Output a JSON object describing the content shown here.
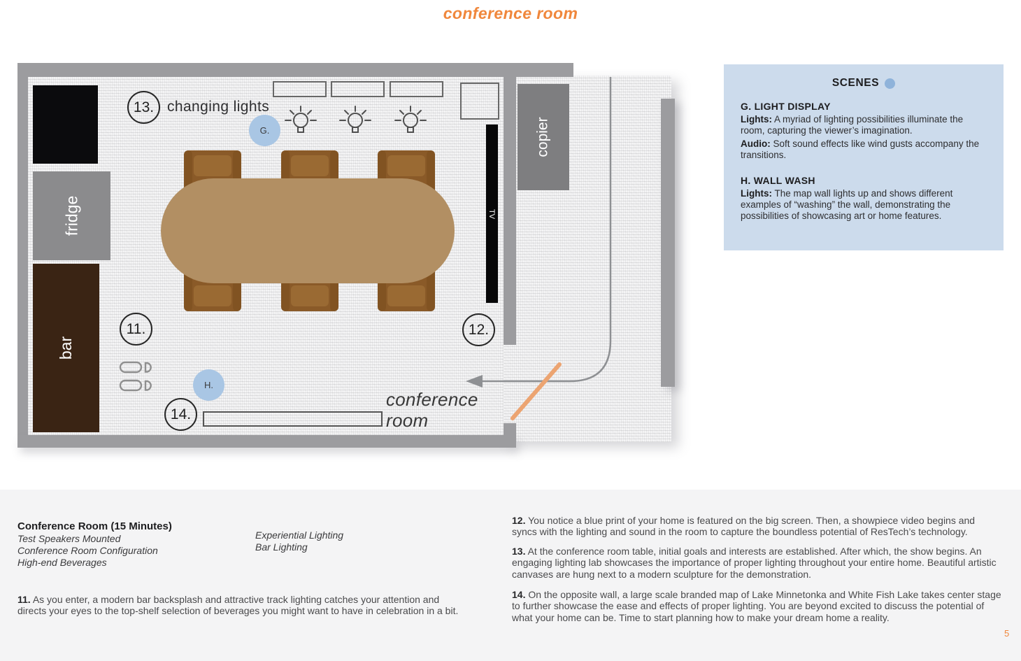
{
  "page": {
    "title": "conference room",
    "page_number": "5"
  },
  "plan": {
    "labels": {
      "fridge": "fridge",
      "bar": "bar",
      "copier": "copier",
      "tv": "TV",
      "changing_lights": "changing lights",
      "room_line1": "conference",
      "room_line2": "room"
    },
    "markers": {
      "m13": "13.",
      "m11": "11.",
      "m12": "12.",
      "m14": "14.",
      "g": "G.",
      "h": "H."
    }
  },
  "scenes": {
    "title": "SCENES",
    "items": [
      {
        "heading": "G. LIGHT DISPLAY",
        "lines": [
          {
            "label": "Lights:",
            "text": " A myriad of lighting possibilities illuminate the room, capturing the viewer’s imagination."
          },
          {
            "label": "Audio:",
            "text": " Soft sound effects like wind gusts accompany the transitions."
          }
        ]
      },
      {
        "heading": "H. WALL WASH",
        "lines": [
          {
            "label": "Lights:",
            "text": " The map wall lights up and shows different examples of “washing” the wall, demonstrating the possibilities of showcasing art or home features."
          }
        ]
      }
    ]
  },
  "footer": {
    "heading": "Conference Room (15 Minutes)",
    "sub_items": [
      "Test Speakers Mounted",
      "Conference Room Configuration",
      "High-end Beverages"
    ],
    "mid_items": [
      "Experiential Lighting",
      "Bar Lighting"
    ],
    "notes": [
      {
        "num": "11.",
        "text": " As you enter, a modern bar backsplash and attractive track lighting catches your attention and directs your eyes to the top-shelf selection of beverages you might want to have in celebration in a bit."
      },
      {
        "num": "12.",
        "text": " You notice a blue print of your home is featured on the big screen. Then, a showpiece video begins and syncs with the lighting and sound in the room to capture the boundless potential of ResTech’s technology."
      },
      {
        "num": "13.",
        "text": " At the conference room table, initial goals and interests are established. After which, the show begins. An engaging lighting lab showcases the importance of proper lighting throughout your entire home. Beautiful artistic canvases are hung next to a modern sculpture for the demonstration."
      },
      {
        "num": "14.",
        "text": " On the opposite wall, a large scale branded map of Lake Minnetonka and White Fish Lake takes center stage to further showcase the ease and effects of proper lighting. You are beyond excited to discuss the potential of what your home can be. Time to start planning how to make your dream home a reality."
      }
    ]
  }
}
